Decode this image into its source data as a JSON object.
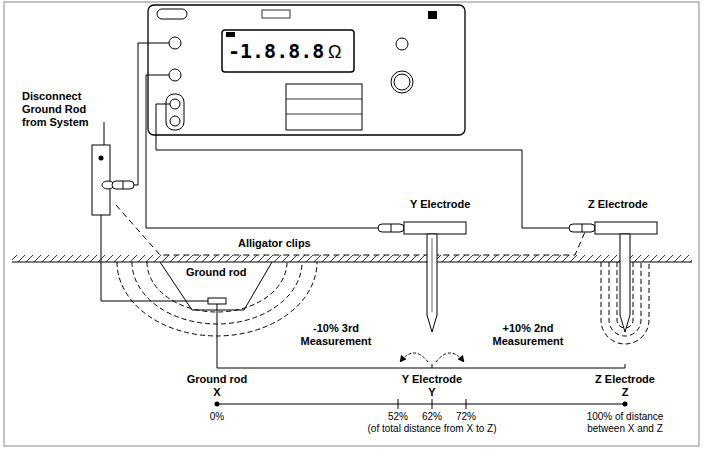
{
  "diagram": {
    "labels": [
      "Disconnect Ground Rod from System",
      "-1.8.8.8",
      "Ω",
      "Y Electrode",
      "Z Electrode",
      "Alligator clips",
      "Ground rod",
      "-10% 3rd Measurement",
      "+10% 2nd Measurement",
      "Ground rod X",
      "Y Electrode Y",
      "Z Electrode Z",
      "0%",
      "52%",
      "62%",
      "72%",
      "(of total distance from X to Z)",
      "100% of distance between X and Z"
    ]
  }
}
